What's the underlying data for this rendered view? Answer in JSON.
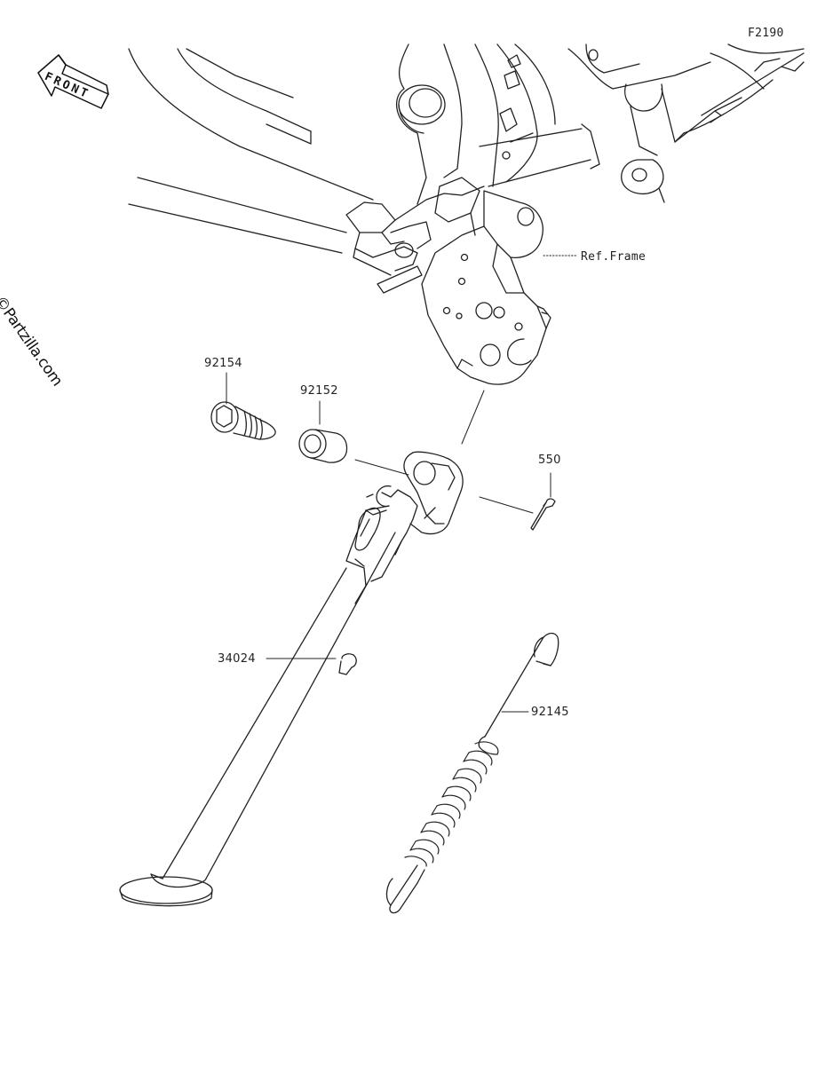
{
  "diagram": {
    "code": "F2190",
    "front_label": "FRONT",
    "watermark": "©Partzilla.com",
    "reference_label": "Ref.Frame"
  },
  "parts": [
    {
      "number": "92154"
    },
    {
      "number": "92152"
    },
    {
      "number": "550"
    },
    {
      "number": "34024"
    },
    {
      "number": "92145"
    }
  ],
  "colors": {
    "line": "#222222",
    "background": "#ffffff"
  }
}
